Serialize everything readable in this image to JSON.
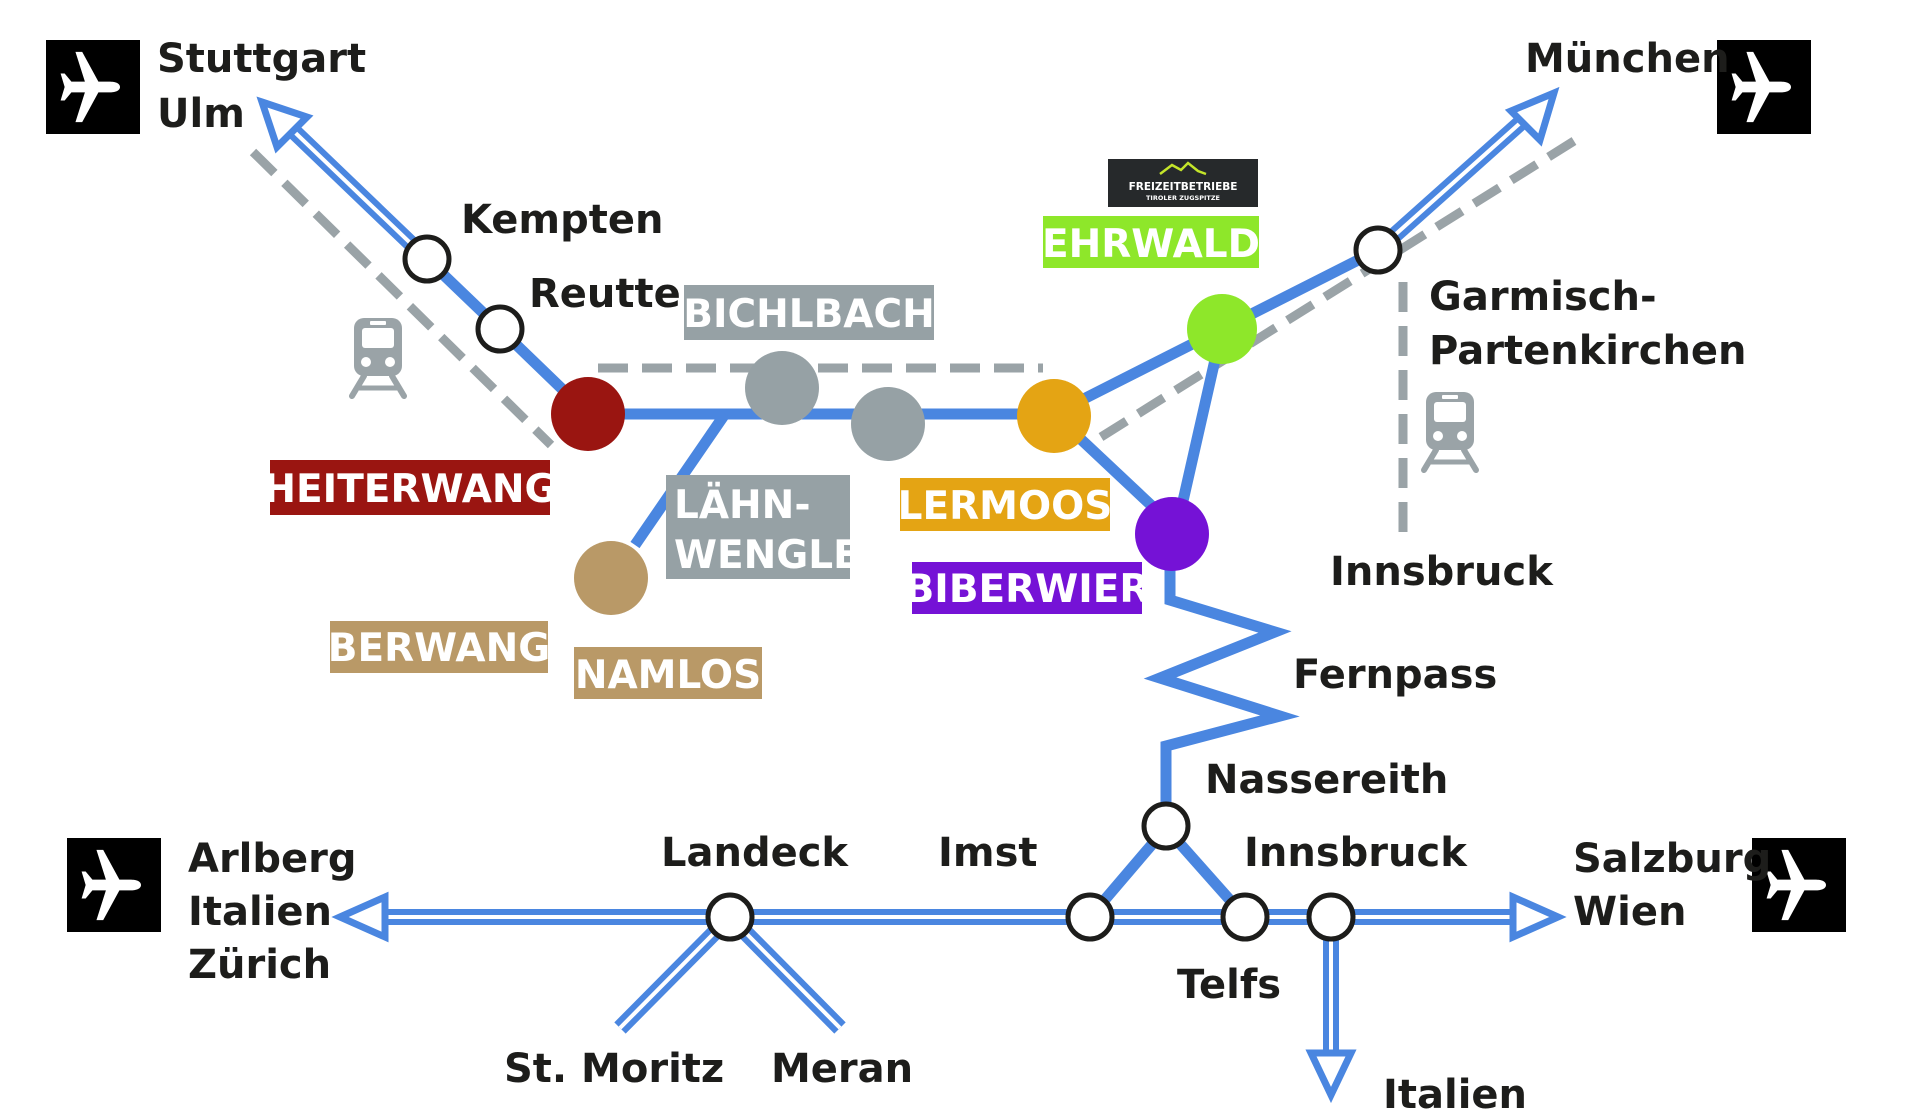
{
  "colors": {
    "road": "#4a86e0",
    "rail": "#9aa3a7",
    "ink": "#1d1d1b",
    "heiterwang": "#9a1511",
    "bichlbach": "#96a1a5",
    "lahnwengle": "#96a1a5",
    "berwang": "#b99967",
    "namlos": "#b99967",
    "lermoos": "#e4a414",
    "ehrwald": "#8ee72a",
    "biberwier": "#7512d6"
  },
  "airports": {
    "icon": "airplane-icon",
    "northwest_label": [
      "Stuttgart",
      "Ulm"
    ],
    "northeast_label": [
      "München"
    ],
    "west_label": [
      "Arlberg",
      "Italien",
      "Zürich"
    ],
    "east_label": [
      "Salzburg",
      "Wien"
    ]
  },
  "rail_icons": {
    "icon": "train-icon"
  },
  "cities": {
    "kempten": "Kempten",
    "reutte": "Reutte",
    "garmisch": [
      "Garmisch-",
      "Partenkirchen"
    ],
    "innsbruck_rail": "Innsbruck",
    "fernpass": "Fernpass",
    "nassereith": "Nassereith",
    "landeck": "Landeck",
    "imst": "Imst",
    "innsbruck": "Innsbruck",
    "telfs": "Telfs",
    "st_moritz": "St. Moritz",
    "meran": "Meran",
    "italien": "Italien"
  },
  "resorts": {
    "heiterwang": "HEITERWANG",
    "bichlbach": "BICHLBACH",
    "lahnwengle": [
      "LÄHN-",
      "WENGLE"
    ],
    "berwang": "BERWANG",
    "namlos": "NAMLOS",
    "lermoos": "LERMOOS",
    "ehrwald": "EHRWALD",
    "biberwier": "BIBERWIER"
  },
  "logo": {
    "line1": "FREIZEITBETRIEBE",
    "line2": "TIROLER ZUGSPITZE"
  }
}
